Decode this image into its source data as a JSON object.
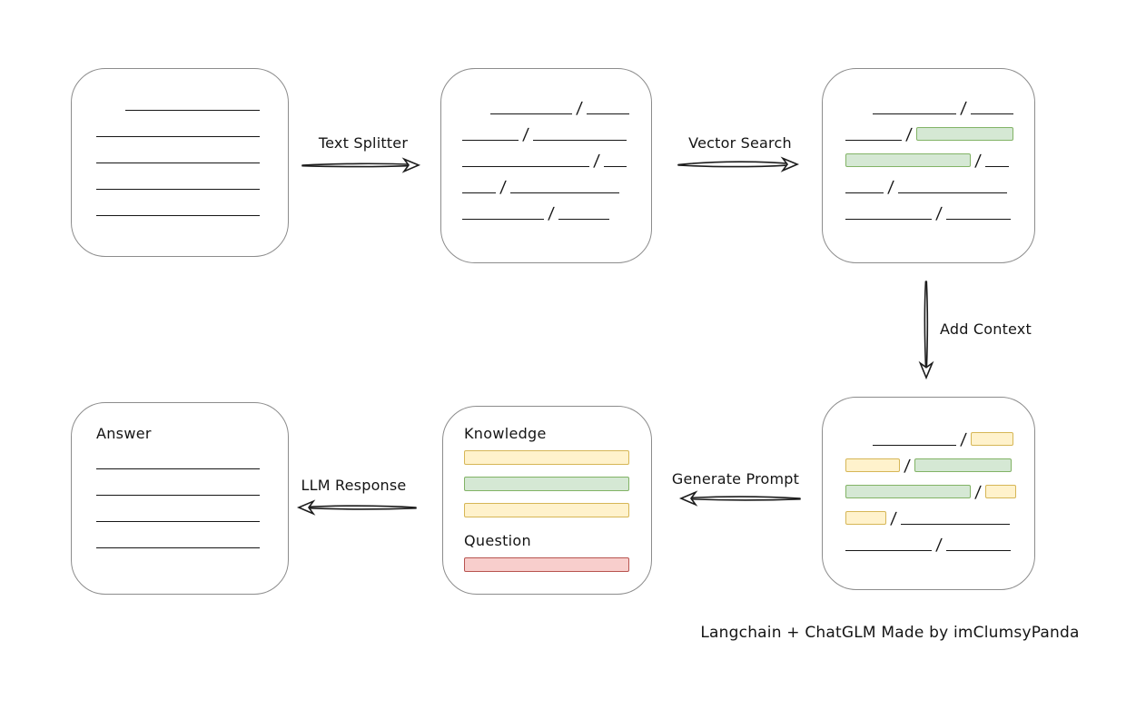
{
  "caption": "Langchain + ChatGLM Made by imClumsyPanda",
  "glyphs": {
    "slash": "/"
  },
  "colors": {
    "green_fill": "#d5e8d4",
    "green_border": "#82b366",
    "yellow_fill": "#fff2cc",
    "yellow_border": "#d6b656",
    "red_fill": "#f8cecc",
    "red_border": "#b85450",
    "stroke": "#1c1c1c",
    "box_border": "#8c8c8c"
  },
  "arrows": {
    "text_splitter": "Text Splitter",
    "vector_search": "Vector Search",
    "add_context": "Add Context",
    "generate_prompt": "Generate Prompt",
    "llm_response": "LLM Response"
  },
  "nodes": {
    "source_document": {
      "rows": [
        {
          "indent": 32,
          "segs": [
            {
              "t": "line",
              "w": 148
            }
          ]
        },
        {
          "segs": [
            {
              "t": "line",
              "w": 180
            }
          ]
        },
        {
          "segs": [
            {
              "t": "line",
              "w": 180
            }
          ]
        },
        {
          "segs": [
            {
              "t": "line",
              "w": 180
            }
          ]
        },
        {
          "segs": [
            {
              "t": "line",
              "w": 180
            }
          ]
        }
      ]
    },
    "split_chunks": {
      "rows": [
        {
          "indent": 31,
          "segs": [
            {
              "t": "line",
              "w": 90
            },
            {
              "t": "slash"
            },
            {
              "t": "line",
              "w": 47
            }
          ]
        },
        {
          "segs": [
            {
              "t": "line",
              "w": 62
            },
            {
              "t": "slash"
            },
            {
              "t": "line",
              "w": 103
            }
          ]
        },
        {
          "segs": [
            {
              "t": "line",
              "w": 140
            },
            {
              "t": "slash"
            },
            {
              "t": "line",
              "w": 25
            }
          ]
        },
        {
          "segs": [
            {
              "t": "line",
              "w": 37
            },
            {
              "t": "slash"
            },
            {
              "t": "line",
              "w": 120
            }
          ]
        },
        {
          "segs": [
            {
              "t": "line",
              "w": 90
            },
            {
              "t": "slash"
            },
            {
              "t": "line",
              "w": 56
            }
          ]
        }
      ]
    },
    "matched_chunks": {
      "rows": [
        {
          "indent": 30,
          "segs": [
            {
              "t": "line",
              "w": 92
            },
            {
              "t": "slash"
            },
            {
              "t": "line",
              "w": 47
            }
          ]
        },
        {
          "segs": [
            {
              "t": "line",
              "w": 62
            },
            {
              "t": "slash"
            },
            {
              "t": "green",
              "w": 107
            }
          ]
        },
        {
          "segs": [
            {
              "t": "green",
              "w": 138
            },
            {
              "t": "slash"
            },
            {
              "t": "line",
              "w": 26
            }
          ]
        },
        {
          "segs": [
            {
              "t": "line",
              "w": 42
            },
            {
              "t": "slash"
            },
            {
              "t": "line",
              "w": 120
            }
          ]
        },
        {
          "segs": [
            {
              "t": "line",
              "w": 95
            },
            {
              "t": "slash"
            },
            {
              "t": "line",
              "w": 71
            }
          ]
        }
      ]
    },
    "context_chunks": {
      "rows": [
        {
          "indent": 30,
          "segs": [
            {
              "t": "line",
              "w": 92
            },
            {
              "t": "slash"
            },
            {
              "t": "yellow",
              "w": 47
            }
          ]
        },
        {
          "segs": [
            {
              "t": "yellow",
              "w": 60
            },
            {
              "t": "slash"
            },
            {
              "t": "green",
              "w": 107
            }
          ]
        },
        {
          "segs": [
            {
              "t": "green",
              "w": 138
            },
            {
              "t": "slash"
            },
            {
              "t": "yellow",
              "w": 34
            }
          ]
        },
        {
          "segs": [
            {
              "t": "yellow",
              "w": 45
            },
            {
              "t": "slash"
            },
            {
              "t": "line",
              "w": 120
            }
          ]
        },
        {
          "segs": [
            {
              "t": "line",
              "w": 95
            },
            {
              "t": "slash"
            },
            {
              "t": "line",
              "w": 71
            }
          ]
        }
      ]
    },
    "prompt": {
      "knowledge_label": "Knowledge",
      "question_label": "Question",
      "knowledge_bars": [
        "yellow",
        "green",
        "yellow"
      ],
      "question_bars": [
        "red"
      ]
    },
    "answer": {
      "label": "Answer",
      "rows": [
        {
          "segs": [
            {
              "t": "line",
              "w": 180
            }
          ]
        },
        {
          "segs": [
            {
              "t": "line",
              "w": 180
            }
          ]
        },
        {
          "segs": [
            {
              "t": "line",
              "w": 180
            }
          ]
        },
        {
          "segs": [
            {
              "t": "line",
              "w": 180
            }
          ]
        }
      ]
    }
  }
}
